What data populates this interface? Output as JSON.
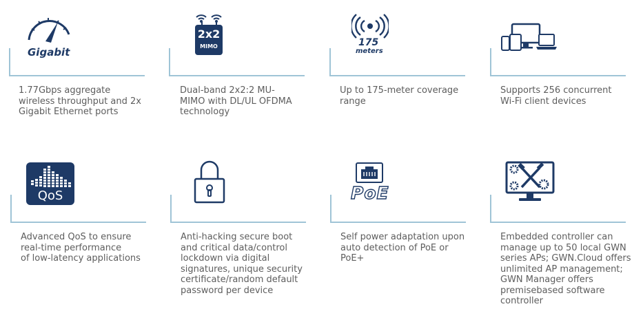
{
  "features": [
    {
      "icon": "gigabit-speedometer-icon",
      "icon_label": "Gigabit",
      "text": "1.77Gbps aggregate\nwireless throughput and 2x\nGigabit Ethernet ports"
    },
    {
      "icon": "mimo-chip-icon",
      "icon_label": "2x2",
      "icon_sublabel": "MIMO",
      "text": "Dual-band 2x2:2 MU-\nMIMO with DL/UL OFDMA\ntechnology"
    },
    {
      "icon": "coverage-signal-icon",
      "icon_label": "175",
      "icon_sublabel": "meters",
      "text": "Up to 175-meter coverage\nrange"
    },
    {
      "icon": "devices-icon",
      "text": "Supports 256 concurrent\nWi-Fi client devices"
    },
    {
      "icon": "qos-equalizer-icon",
      "icon_label": "QoS",
      "text": "Advanced QoS to ensure\nreal-time performance\nof low-latency applications"
    },
    {
      "icon": "padlock-icon",
      "text": "Anti-hacking secure boot\nand critical data/control\nlockdown via digital\nsignatures, unique security\ncertificate/random default\npassword per device"
    },
    {
      "icon": "poe-port-icon",
      "icon_label": "PoE",
      "text": "Self power adaptation upon\nauto detection of PoE or\nPoE+"
    },
    {
      "icon": "controller-monitor-icon",
      "text": "Embedded controller can\nmanage up to 50 local GWN\nseries APs; GWN.Cloud offers\nunlimited AP management;\nGWN Manager offers\npremisebased software\ncontroller"
    }
  ],
  "colors": {
    "navy": "#1e3a66",
    "rule": "#9fc4d6",
    "text": "#5d5d5d"
  }
}
